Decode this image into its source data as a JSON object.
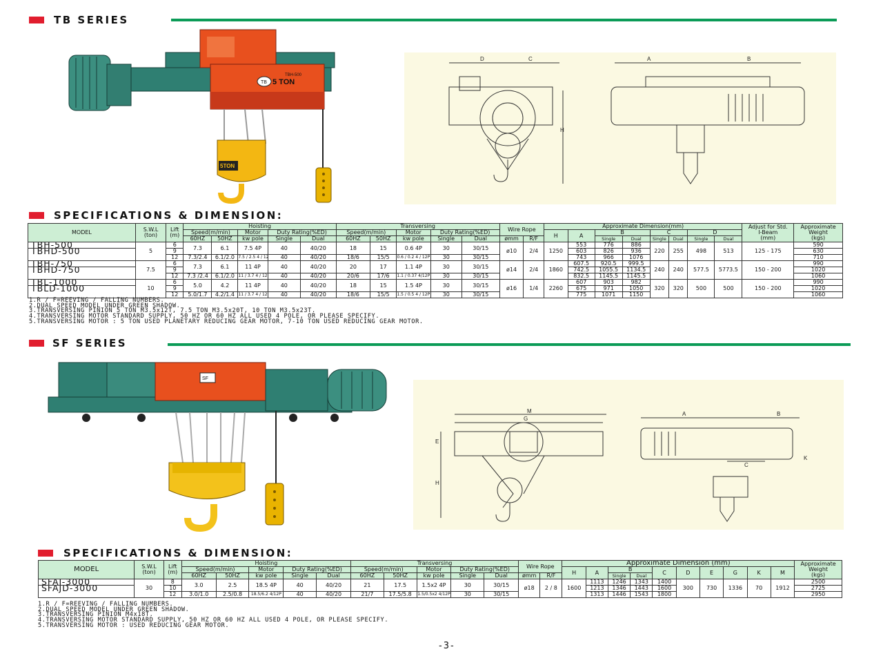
{
  "tb": {
    "series_title": "TB SERIES",
    "spec_title": "SPECIFICATIONS & DIMENSION:",
    "photo_labels": {
      "block": "5TON",
      "body": "5 TON",
      "plate": "TBH-500",
      "logo": "TB"
    },
    "diagram_labels": {
      "d": "D",
      "c": "C",
      "h": "H",
      "a": "A",
      "b": "B"
    },
    "header": {
      "model": "MODEL",
      "swl": "S.W.L",
      "ton": "(ton)",
      "lift": "Lift",
      "m": "(m)",
      "hoisting": "Hoisting",
      "transversing": "Transversing",
      "speed": "Speed(m/min)",
      "motor": "Motor",
      "kwpole": "kw pole",
      "duty": "Duty Rating(%ED)",
      "hz60": "60HZ",
      "hz50": "50HZ",
      "single": "Single",
      "dual": "Dual",
      "wire_rope": "Wire Rope",
      "omm": "ømm",
      "rf": "R/F",
      "approx_dim": "Approximate Dimension(mm)",
      "H": "H",
      "A": "A",
      "B": "B",
      "C": "C",
      "D": "D",
      "adjust": "Adjust for Std.",
      "ibeam": "I-Beam",
      "mm": "(mm)",
      "approx": "Approximate",
      "weight": "Weight",
      "kgs": "(kgs)"
    },
    "rows": [
      {
        "model": "TBH-500",
        "swl": "5",
        "lift": "6",
        "hs60": "7.3",
        "hs50": "6.1",
        "hmotor": "7.5 4P",
        "hds": "40",
        "hdd": "40/20",
        "ts60": "18",
        "ts50": "15",
        "tmotor": "0.6 4P",
        "tds": "30",
        "tdd": "30/15",
        "rope": "ø10",
        "rf": "2/4",
        "H": "1250",
        "A": "553",
        "Bs": "776",
        "Bd": "886",
        "Cs": "220",
        "Cd": "255",
        "Ds": "498",
        "Dd": "513",
        "adj": "125 - 175",
        "wt": "590"
      },
      {
        "model": "TBHD-500",
        "lift": "9",
        "hs60": "",
        "hs50": "",
        "hmotor": "",
        "hds": "",
        "hdd": "",
        "ts60": "",
        "ts50": "",
        "tmotor": "",
        "tds": "",
        "tdd": "",
        "A": "603",
        "Bs": "826",
        "Bd": "936",
        "wt": "630"
      },
      {
        "model": "TBH-750",
        "lift": "12",
        "hs60": "7.3/2.4",
        "hs50": "6.1/2.0",
        "hmotor": "7.5 / 2.5 4 / 12P",
        "hds": "40",
        "hdd": "40/20",
        "ts60": "18/6",
        "ts50": "15/5",
        "tmotor": "0.6 / 0.2 4 / 12P",
        "tds": "30",
        "tdd": "30/15",
        "A": "743",
        "Bs": "966",
        "Bd": "1076",
        "wt": "710"
      },
      {
        "model": "TBHD-750",
        "swl": "7.5",
        "lift": "6",
        "hs60": "7.3",
        "hs50": "6.1",
        "hmotor": "11 4P",
        "hds": "40",
        "hdd": "40/20",
        "ts60": "20",
        "ts50": "17",
        "tmotor": "1.1 4P",
        "tds": "30",
        "tdd": "30/15",
        "rope": "ø14",
        "rf": "2/4",
        "H": "1860",
        "A": "607.5",
        "Bs": "920.5",
        "Bd": "999.5",
        "Cs": "240",
        "Cd": "240",
        "Ds": "577.5",
        "Dd": "5773.5",
        "adj": "150 - 200",
        "wt": "990"
      },
      {
        "model": "TBL-1000",
        "lift": "9",
        "hs60": "",
        "hs50": "",
        "hmotor": "",
        "hds": "",
        "hdd": "",
        "ts60": "",
        "ts50": "",
        "tmotor": "",
        "tds": "",
        "tdd": "",
        "A": "742.5",
        "Bs": "1055.5",
        "Bd": "1134.5",
        "wt": "1020"
      },
      {
        "model": "TBLD-1000",
        "lift": "12",
        "hs60": "7.3 /2.4",
        "hs50": "6.1/2.0",
        "hmotor": "11 / 3.7 4 / 12P",
        "hds": "40",
        "hdd": "40/20",
        "ts60": "20/6",
        "ts50": "17/6",
        "tmotor": "1.1 / 0.37 4/12P",
        "tds": "30",
        "tdd": "30/15",
        "A": "832.5",
        "Bs": "1145.5",
        "Bd": "1145.5",
        "wt": "1060"
      },
      {
        "model": "",
        "swl": "10",
        "lift": "6",
        "hs60": "5.0",
        "hs50": "4.2",
        "hmotor": "11 4P",
        "hds": "40",
        "hdd": "40/20",
        "ts60": "18",
        "ts50": "15",
        "tmotor": "1.5 4P",
        "tds": "30",
        "tdd": "30/15",
        "rope": "ø16",
        "rf": "1/4",
        "H": "2260",
        "A": "607",
        "Bs": "903",
        "Bd": "982",
        "Cs": "320",
        "Cd": "320",
        "Ds": "500",
        "Dd": "500",
        "adj": "150 - 200",
        "wt": "990"
      },
      {
        "model": "",
        "lift": "9",
        "A": "675",
        "Bs": "971",
        "Bd": "1050",
        "wt": "1020"
      },
      {
        "model": "",
        "lift": "12",
        "hs60": "5.0/1.7",
        "hs50": "4.2/1.4",
        "hmotor": "11 / 3.7 4 / 12P",
        "hds": "40",
        "hdd": "40/20",
        "ts60": "18/6",
        "ts50": "15/5",
        "tmotor": "1.5 / 0.5 4 / 12P",
        "tds": "30",
        "tdd": "30/15",
        "A": "775",
        "Bs": "1071",
        "Bd": "1150",
        "wt": "1060"
      }
    ],
    "notes": [
      "1.R / F=REEVING / FALLING NUMBERS.",
      "2.DUAL SPEED MODEL UNDER GREEN SHADOW.",
      "3.TRANSVERSING PINION  5 TON M3.5x12T, 7.5 TON M3.5x20T, 10 TON M3.5x23T.",
      "4.TRANSVERSING MOTOR STANDARD SUPPLY, 50 HZ OR 60 HZ ALL USED 4 POLE, OR PLEASE SPECIFY.",
      "5.TRANSVERSING MOTOR : 5 TON USED PLANETARY REDUCING GEAR MOTOR, 7-10 TON USED REDUCING GEAR MOTOR."
    ]
  },
  "sf": {
    "series_title": "SF SERIES",
    "spec_title": "SPECIFICATIONS & DIMENSION:",
    "photo_labels": {
      "plate": "SF"
    },
    "diagram_labels": {
      "m": "M",
      "g": "G",
      "e": "E",
      "h": "H",
      "a": "A",
      "b": "B",
      "c": "C",
      "k": "K"
    },
    "header": {
      "model": "MODEL",
      "swl": "S.W.L",
      "ton": "(ton)",
      "lift": "Lift",
      "m": "(m)",
      "hoisting": "Hoisting",
      "transversing": "Transversing",
      "speed": "Speed(m/min)",
      "motor": "Motor",
      "kwpole": "kw pole",
      "duty": "Duty Rating(%ED)",
      "hz60": "60HZ",
      "hz50": "50HZ",
      "single": "Single",
      "dual": "Dual",
      "wire_rope": "Wire Rope",
      "omm": "ømm",
      "rf": "R/F",
      "approx_dim": "Approximate Dimension (mm)",
      "H": "H",
      "A": "A",
      "B": "B",
      "C": "C",
      "D": "D",
      "E": "E",
      "G": "G",
      "K": "K",
      "M": "M",
      "approx": "Approximate",
      "weight": "Weight",
      "kgs": "(kgs)"
    },
    "rows": [
      {
        "model": "SFAJ-3000",
        "lift": "8",
        "hs60": "3.0",
        "hs50": "2.5",
        "hmotor": "18.5 4P",
        "hds": "40",
        "hdd": "40/20",
        "ts60": "21",
        "ts50": "17.5",
        "tmotor": "1.5x2 4P",
        "tds": "30",
        "tdd": "30/15",
        "A": "1113",
        "Bs": "1246",
        "Bd": "1343",
        "C": "1400",
        "wt": "2500"
      },
      {
        "model": "SFAJD-3000",
        "swl": "30",
        "lift": "10",
        "rope": "ø18",
        "rf": "2 / 8",
        "H": "1600",
        "A": "1213",
        "Bs": "1346",
        "Bd": "1443",
        "C": "1600",
        "D": "300",
        "E": "730",
        "G": "1336",
        "K": "70",
        "M": "1912",
        "wt": "2725"
      },
      {
        "model": "",
        "lift": "12",
        "hs60": "3.0/1.0",
        "hs50": "2.5/0.8",
        "hmotor": "18.5/6.2 4/12P",
        "hds": "40",
        "hdd": "40/20",
        "ts60": "21/7",
        "ts50": "17.5/5.8",
        "tmotor": "1.5/0.5x2 4/12P",
        "tds": "30",
        "tdd": "30/15",
        "A": "1313",
        "Bs": "1446",
        "Bd": "1543",
        "C": "1800",
        "wt": "2950"
      }
    ],
    "notes": [
      "1.R / F=REEVING / FALLING NUMBERS.",
      "2.DUAL SPEED MODEL UNDER GREEN SHADOW.",
      "3.TRANSVERSING PINION  M4x18T.",
      "4.TRANSVERSING MOTOR STANDARD SUPPLY, 50 HZ OR 60 HZ ALL USED 4 POLE, OR PLEASE SPECIFY.",
      "5.TRANSVERSING MOTOR : USED REDUCING GEAR MOTOR."
    ]
  },
  "page_number": "-3-",
  "colors": {
    "accent_red": "#e11d2e",
    "rule_green": "#0b9b57",
    "header_green": "#cdeed4",
    "diagram_bg": "#fbf9e2",
    "hoist_teal": "#2f7f72",
    "hoist_orange": "#e8501e",
    "hook_yellow": "#f3c21b"
  }
}
